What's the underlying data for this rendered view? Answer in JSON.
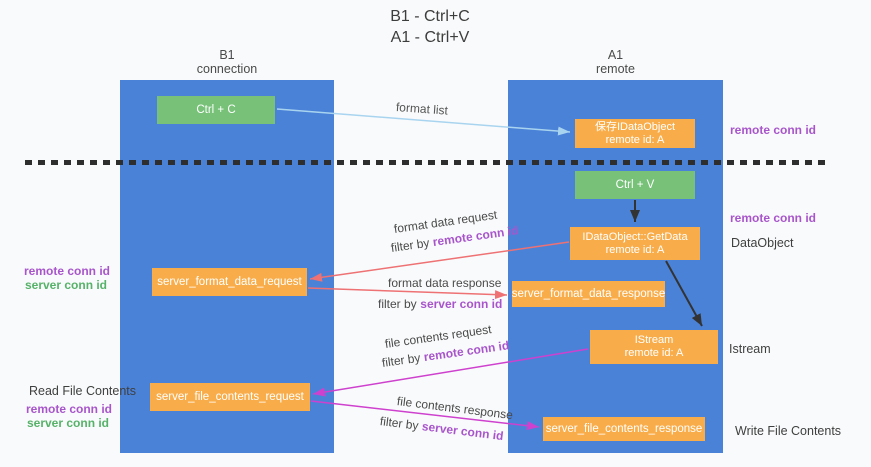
{
  "title": {
    "line1": "B1 - Ctrl+C",
    "line2": "A1 - Ctrl+V"
  },
  "lanes": {
    "left": {
      "title": "B1",
      "subtitle": "connection"
    },
    "right": {
      "title": "A1",
      "subtitle": "remote"
    }
  },
  "nodes": {
    "ctrl_c": {
      "label": "Ctrl + C"
    },
    "save_idataobject": {
      "line1": "保存IDataObject",
      "line2": "remote id: A"
    },
    "ctrl_v": {
      "label": "Ctrl + V"
    },
    "getdata": {
      "line1": "IDataObject::GetData",
      "line2": "remote id: A"
    },
    "server_format_data_request": {
      "label": "server_format_data_request"
    },
    "server_format_data_response": {
      "label": "server_format_data_response"
    },
    "istream": {
      "line1": "IStream",
      "line2": "remote id: A"
    },
    "server_file_contents_request": {
      "label": "server_file_contents_request"
    },
    "server_file_contents_response": {
      "label": "server_file_contents_response"
    }
  },
  "flows": {
    "format_list": {
      "label": "format list"
    },
    "format_data_request": {
      "label": "format data request",
      "filter_prefix": "filter by",
      "filter_key": "remote conn id"
    },
    "format_data_response": {
      "label": "format data response",
      "filter_prefix": "filter by",
      "filter_key": "server conn id"
    },
    "file_contents_request": {
      "label": "file contents request",
      "filter_prefix": "filter by",
      "filter_key": "remote conn id"
    },
    "file_contents_response": {
      "label": "file contents response",
      "filter_prefix": "filter by",
      "filter_key": "server conn id"
    }
  },
  "annotations": {
    "right_remote_conn_id_top": "remote conn id",
    "right_remote_conn_id_mid": "remote conn id",
    "right_dataobject": "DataObject",
    "right_istream": "Istream",
    "right_write_file_contents": "Write File Contents",
    "left_read_file_contents": "Read File Contents",
    "left_top": {
      "remote": "remote conn id",
      "server": "server conn id"
    },
    "left_bottom": {
      "remote": "remote conn id",
      "server": "server conn id"
    }
  },
  "colors": {
    "lane_blue": "#4a82d8",
    "box_orange": "#f9ad4a",
    "box_green": "#77c178",
    "purple_text": "#a855cc",
    "green_text": "#56b269",
    "arrow_salmon": "#ee7173",
    "arrow_magenta": "#ce41ce",
    "arrow_lightblue": "#a9d4ef",
    "arrow_black": "#333333"
  }
}
